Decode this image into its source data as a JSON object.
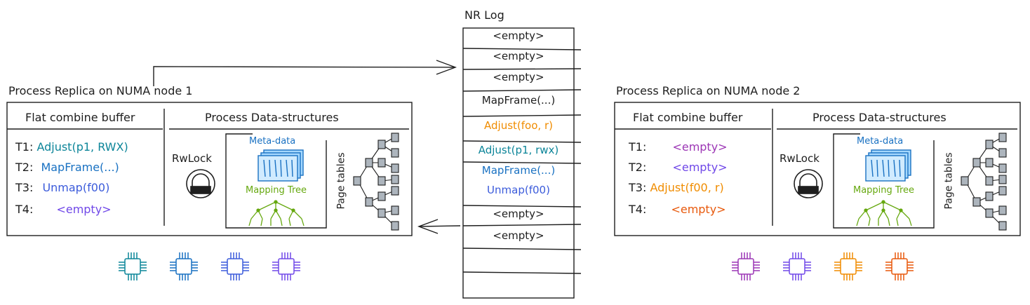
{
  "colors": {
    "ink": "#1e1e1e",
    "teal": "#0c8599",
    "blue": "#1971c2",
    "indigo": "#3b5bdb",
    "violet": "#7048e8",
    "purple": "#9c36b5",
    "orange": "#f08c00",
    "red": "#e8590c",
    "green": "#66a80f",
    "gray": "#adb5bd"
  },
  "log": {
    "title": "NR Log",
    "entries": [
      {
        "text": "<empty>",
        "color": "#1e1e1e"
      },
      {
        "text": "<empty>",
        "color": "#1e1e1e"
      },
      {
        "text": "<empty>",
        "color": "#1e1e1e"
      },
      {
        "text": "MapFrame(...)",
        "color": "#1e1e1e"
      },
      {
        "text": "Adjust(foo, r)",
        "color": "#f08c00"
      },
      {
        "text": "Adjust(p1, rwx)",
        "color": "#0c8599"
      },
      {
        "text": "MapFrame(...)",
        "color": "#1971c2"
      },
      {
        "text": "Unmap(f00)",
        "color": "#3b5bdb"
      },
      {
        "text": "<empty>",
        "color": "#1e1e1e"
      },
      {
        "text": "<empty>",
        "color": "#1e1e1e"
      },
      {
        "text": "",
        "color": "#1e1e1e"
      },
      {
        "text": "",
        "color": "#1e1e1e"
      }
    ]
  },
  "replicas": [
    {
      "title": "Process Replica on NUMA node 1",
      "fc_header": "Flat combine buffer",
      "ds_header": "Process Data-structures",
      "threads": [
        {
          "label": "T1:",
          "op": "Adjust(p1, RWX)",
          "color": "#0c8599"
        },
        {
          "label": "T2:",
          "op": "MapFrame(...)",
          "color": "#1971c2"
        },
        {
          "label": "T3:",
          "op": "Unmap(f00)",
          "color": "#3b5bdb"
        },
        {
          "label": "T4:",
          "op": "<empty>",
          "color": "#7048e8"
        }
      ],
      "rwlock": "RwLock",
      "metadata": "Meta-data",
      "mapping_tree": "Mapping Tree",
      "page_tables": "Page tables",
      "cpu_colors": [
        "#0c8599",
        "#1971c2",
        "#3b5bdb",
        "#7048e8"
      ]
    },
    {
      "title": "Process Replica on NUMA node 2",
      "fc_header": "Flat combine buffer",
      "ds_header": "Process Data-structures",
      "threads": [
        {
          "label": "T1:",
          "op": "<empty>",
          "color": "#9c36b5"
        },
        {
          "label": "T2:",
          "op": "<empty>",
          "color": "#7048e8"
        },
        {
          "label": "T3:",
          "op": "Adjust(f00, r)",
          "color": "#f08c00"
        },
        {
          "label": "T4:",
          "op": "<empty>",
          "color": "#e8590c"
        }
      ],
      "rwlock": "RwLock",
      "metadata": "Meta-data",
      "mapping_tree": "Mapping Tree",
      "page_tables": "Page tables",
      "cpu_colors": [
        "#9c36b5",
        "#7048e8",
        "#f08c00",
        "#e8590c"
      ]
    }
  ]
}
